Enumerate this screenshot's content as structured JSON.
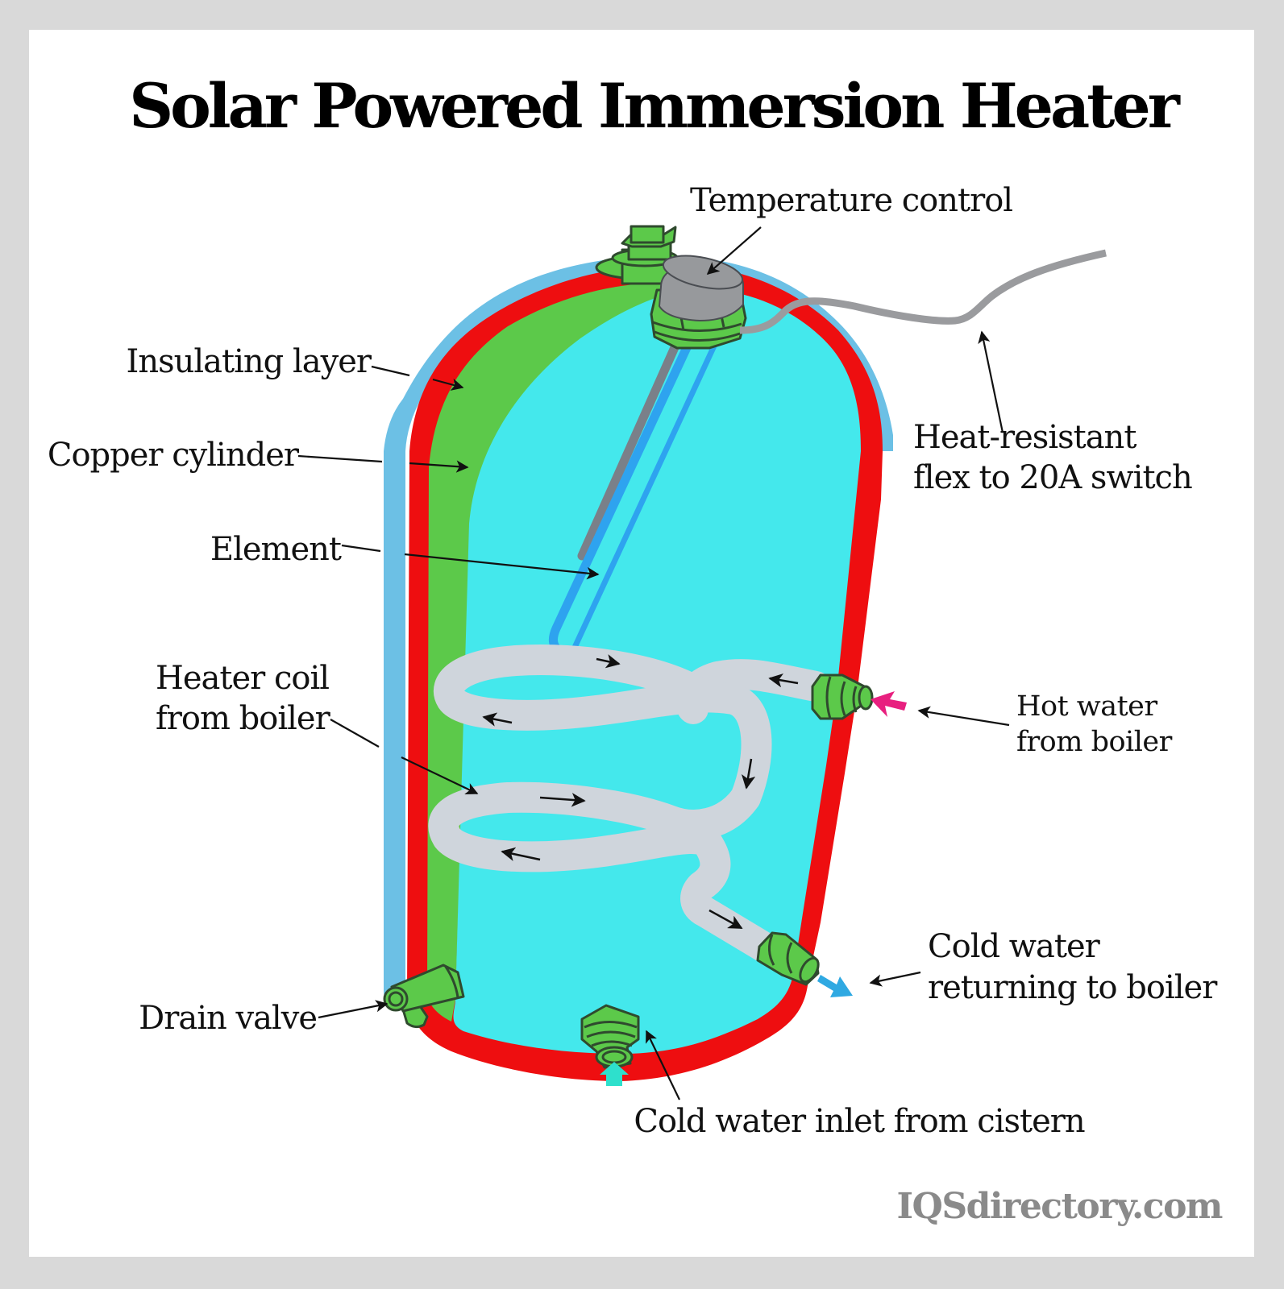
{
  "title": "Solar Powered Immersion Heater",
  "watermark": "IQSdirectory.com",
  "labels": {
    "temperature_control": "Temperature control",
    "insulating_layer": "Insulating layer",
    "copper_cylinder": "Copper cylinder",
    "element": "Element",
    "heater_coil": [
      "Heater coil",
      "from boiler"
    ],
    "heat_resistant_flex": [
      "Heat-resistant",
      "flex to 20A switch"
    ],
    "hot_water": [
      "Hot water",
      "from boiler"
    ],
    "cold_water_return": [
      "Cold water",
      "returning to boiler"
    ],
    "drain_valve": "Drain valve",
    "cold_water_inlet": "Cold water inlet from cistern"
  },
  "colors": {
    "background_border": "#d9d9d9",
    "panel": "#ffffff",
    "insulation": "#6cc0e5",
    "copper_wall": "#ee0e10",
    "inner_lining": "#5cc94a",
    "water": "#44e8ec",
    "coil": "#cfd5dc",
    "element_blue": "#2ea3ef",
    "element_grey": "#7a8089",
    "thermostat_grey": "#97999c",
    "fitting_green": "#5cc94a",
    "hot_inlet_arrow": "#e8207f",
    "cold_return_arrow": "#2fa9e2",
    "cold_inlet_arrow": "#2ee0cc",
    "watermark": "#8a8a8a"
  }
}
